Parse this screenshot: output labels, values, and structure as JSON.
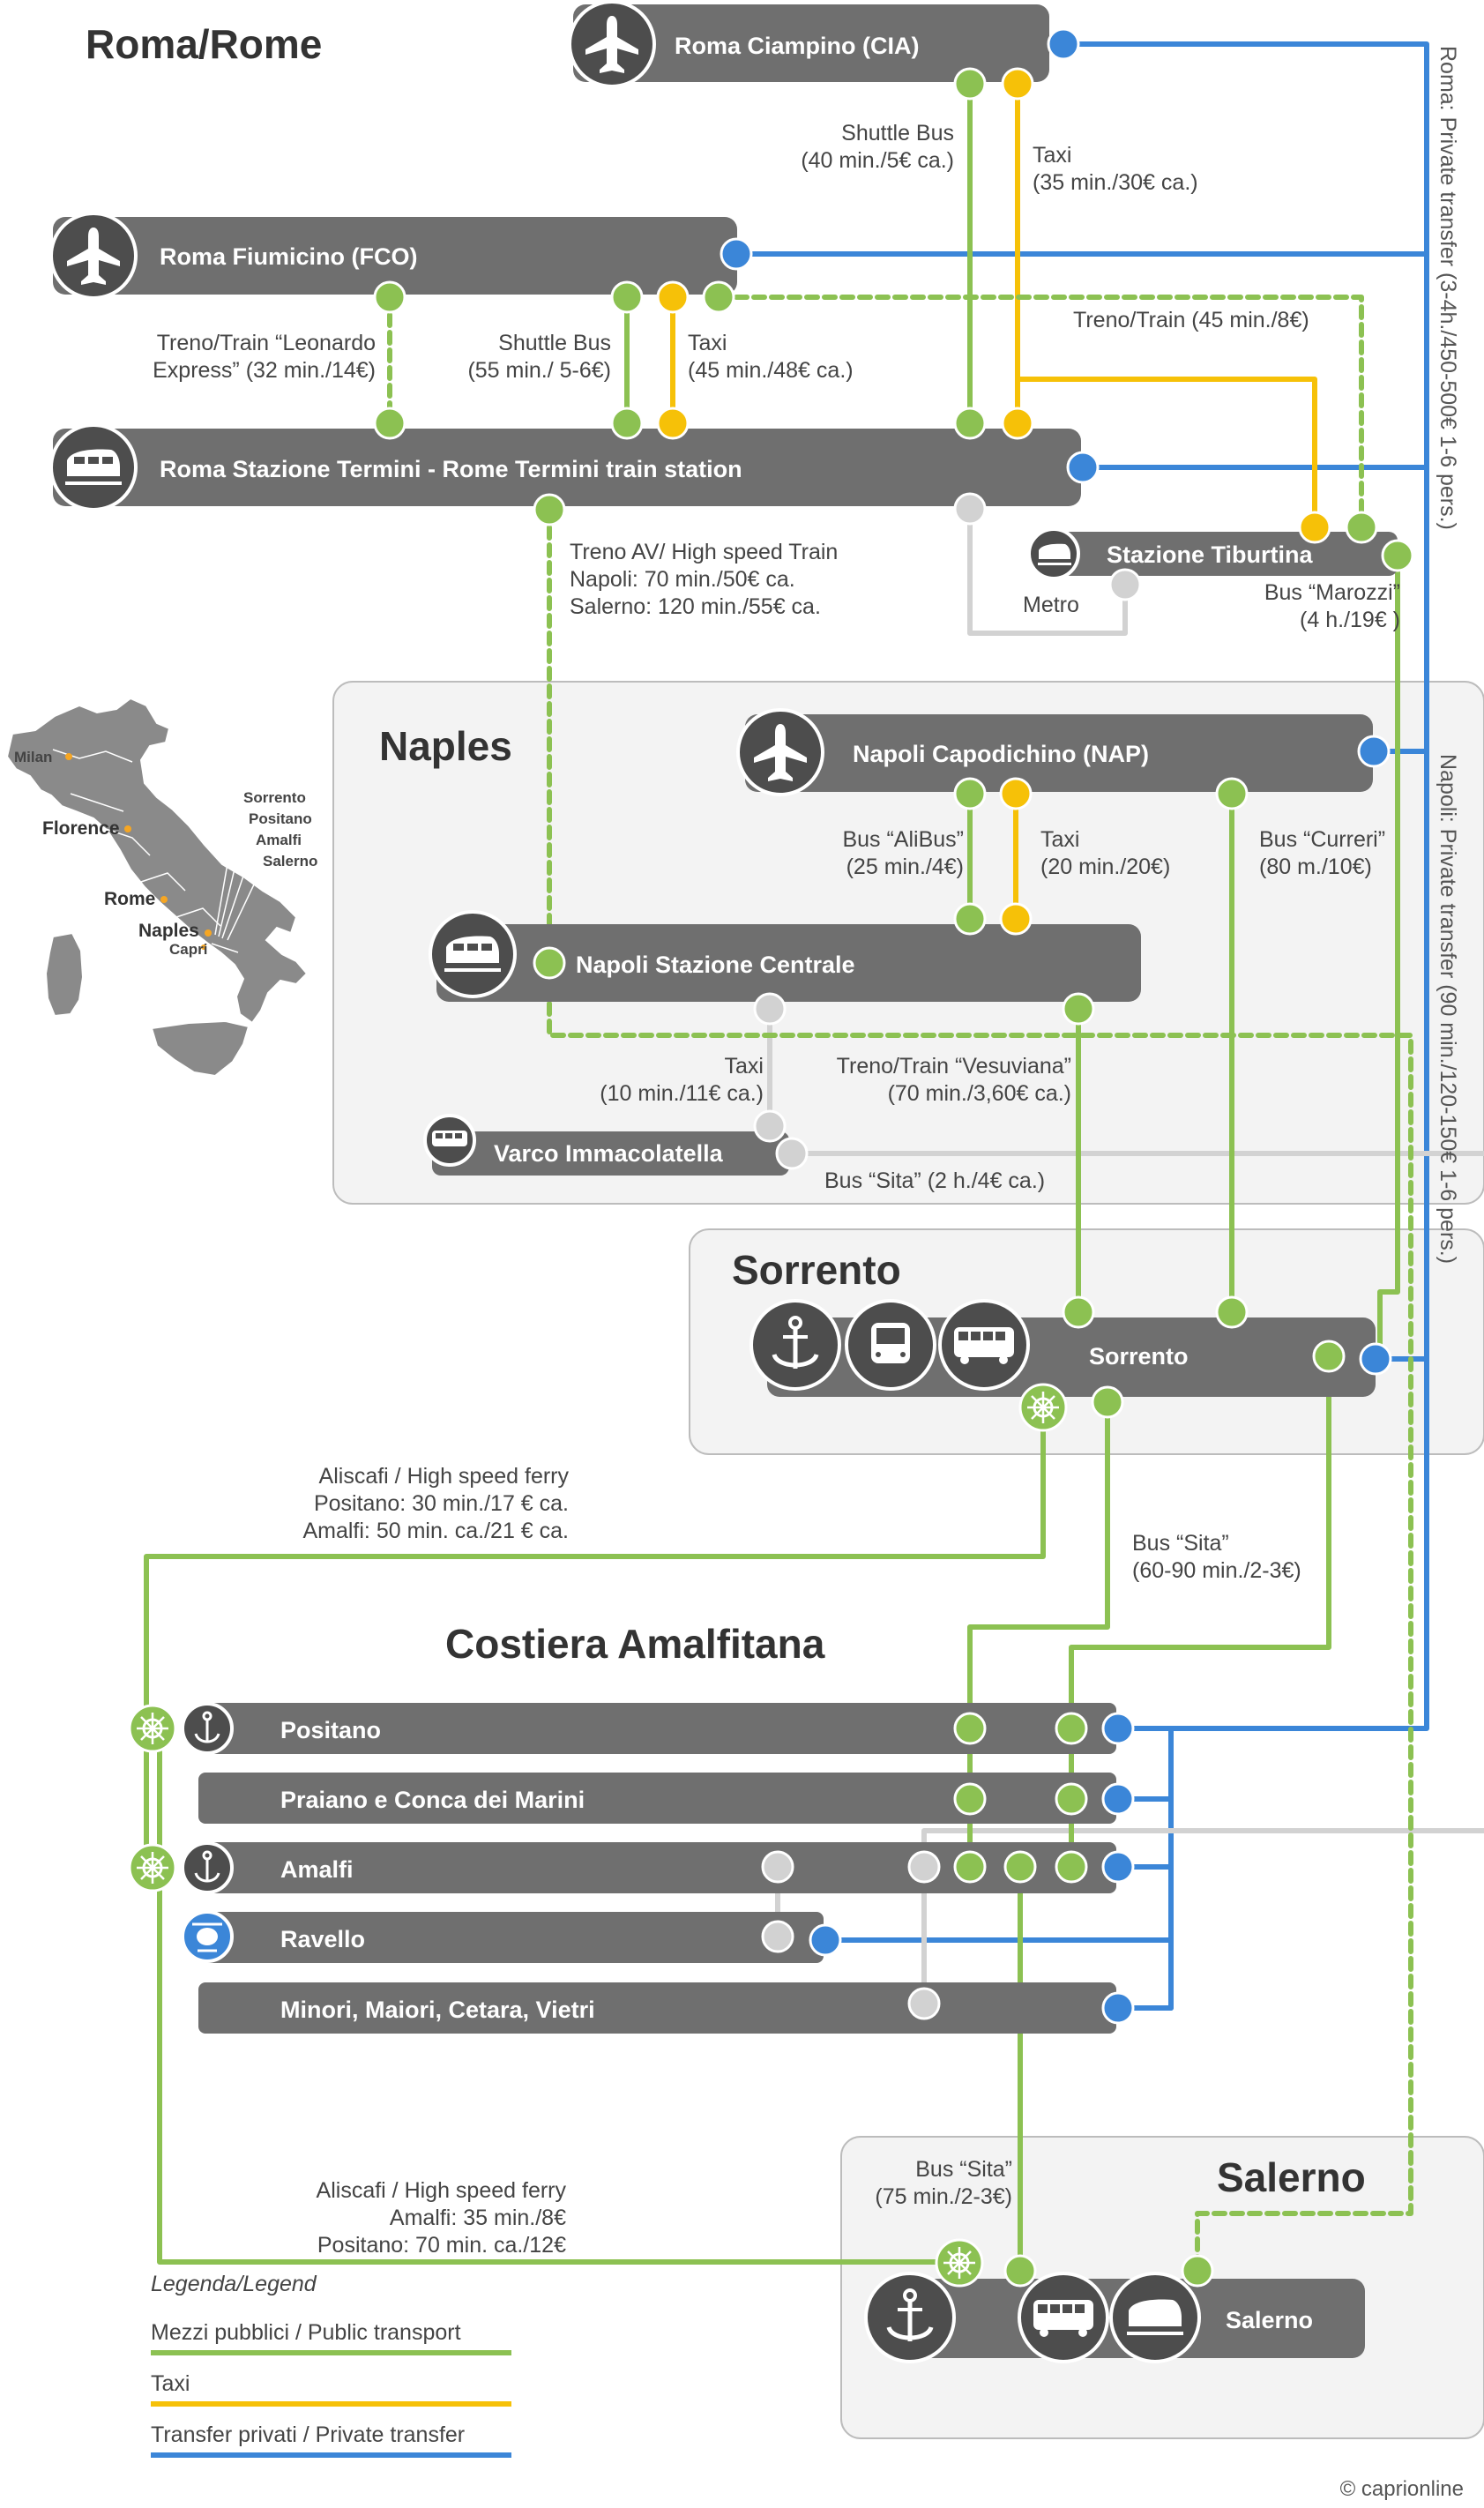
{
  "colors": {
    "public_transport": "#8cc152",
    "taxi": "#f6c108",
    "private_transfer": "#3b86d8",
    "other": "#d2d2d2",
    "bar": "#6f6f6f"
  },
  "regions": {
    "rome": "Roma/Rome",
    "naples": "Naples",
    "sorrento": "Sorrento",
    "amalfi": "Costiera Amalfitana",
    "salerno": "Salerno"
  },
  "stations": {
    "ciampino": "Roma Ciampino (CIA)",
    "fiumicino": "Roma Fiumicino (FCO)",
    "termini": "Roma Stazione Termini - Rome Termini train station",
    "tiburtina": "Stazione Tiburtina",
    "capodichino": "Napoli Capodichino (NAP)",
    "centrale": "Napoli Stazione Centrale",
    "varco": "Varco Immacolatella",
    "sorrento": "Sorrento",
    "positano": "Positano",
    "praiano": "Praiano e Conca dei Marini",
    "amalfi": "Amalfi",
    "ravello": "Ravello",
    "minori": "Minori, Maiori, Cetara, Vietri",
    "salerno": "Salerno"
  },
  "routes": {
    "cia_shuttle": [
      "Shuttle Bus",
      "(40 min./5€ ca.)"
    ],
    "cia_taxi": [
      "Taxi",
      "(35 min./30€ ca.)"
    ],
    "fco_train": [
      "Treno/Train “Leonardo",
      "Express” (32 min./14€)"
    ],
    "fco_shuttle": [
      "Shuttle Bus",
      "(55 min./ 5-6€)"
    ],
    "fco_taxi": [
      "Taxi",
      "(45 min./48€ ca.)"
    ],
    "fco_tib_train": [
      "Treno/Train (45 min./8€)"
    ],
    "termini_av": [
      "Treno AV/ High speed Train",
      "Napoli: 70 min./50€ ca.",
      "Salerno: 120 min./55€ ca."
    ],
    "metro": [
      "Metro"
    ],
    "marozzi": [
      "Bus “Marozzi”",
      "(4 h./19€ )"
    ],
    "alibus": [
      "Bus “AliBus”",
      "(25 min./4€)"
    ],
    "nap_taxi": [
      "Taxi",
      "(20 min./20€)"
    ],
    "curreri": [
      "Bus “Curreri”",
      "(80 m./10€)"
    ],
    "varco_taxi": [
      "Taxi",
      "(10 min./11€ ca.)"
    ],
    "vesuviana": [
      "Treno/Train “Vesuviana”",
      "(70 min./3,60€ ca.)"
    ],
    "varco_sita": [
      "Bus “Sita” (2 h./4€ ca.)"
    ],
    "sorrento_ferry": [
      "Aliscafi / High speed ferry",
      "Positano: 30 min./17 € ca.",
      "Amalfi: 50 min. ca./21 € ca."
    ],
    "sorrento_sita": [
      "Bus “Sita”",
      "(60-90 min./2-3€)"
    ],
    "salerno_ferry": [
      "Aliscafi / High speed ferry",
      "Amalfi: 35 min./8€",
      "Positano: 70 min. ca./12€"
    ],
    "salerno_sita": [
      "Bus “Sita”",
      "(75 min./2-3€)"
    ]
  },
  "side_labels": {
    "roma": "Roma: Private transfer (3-4h./450-500€ 1-6 pers.)",
    "napoli": "Napoli: Private transfer (90 min./120-150€ 1-6 pers.)"
  },
  "map_labels": {
    "milan": "Milan",
    "florence": "Florence",
    "rome": "Rome",
    "naples": "Naples",
    "capri": "Capri",
    "sorrento": "Sorrento",
    "positano": "Positano",
    "amalfi": "Amalfi",
    "salerno": "Salerno"
  },
  "legend": {
    "title": "Legenda/Legend",
    "public": "Mezzi pubblici / Public transport",
    "taxi": "Taxi",
    "private": "Transfer privati / Private transfer"
  },
  "credit": "© caprionline"
}
